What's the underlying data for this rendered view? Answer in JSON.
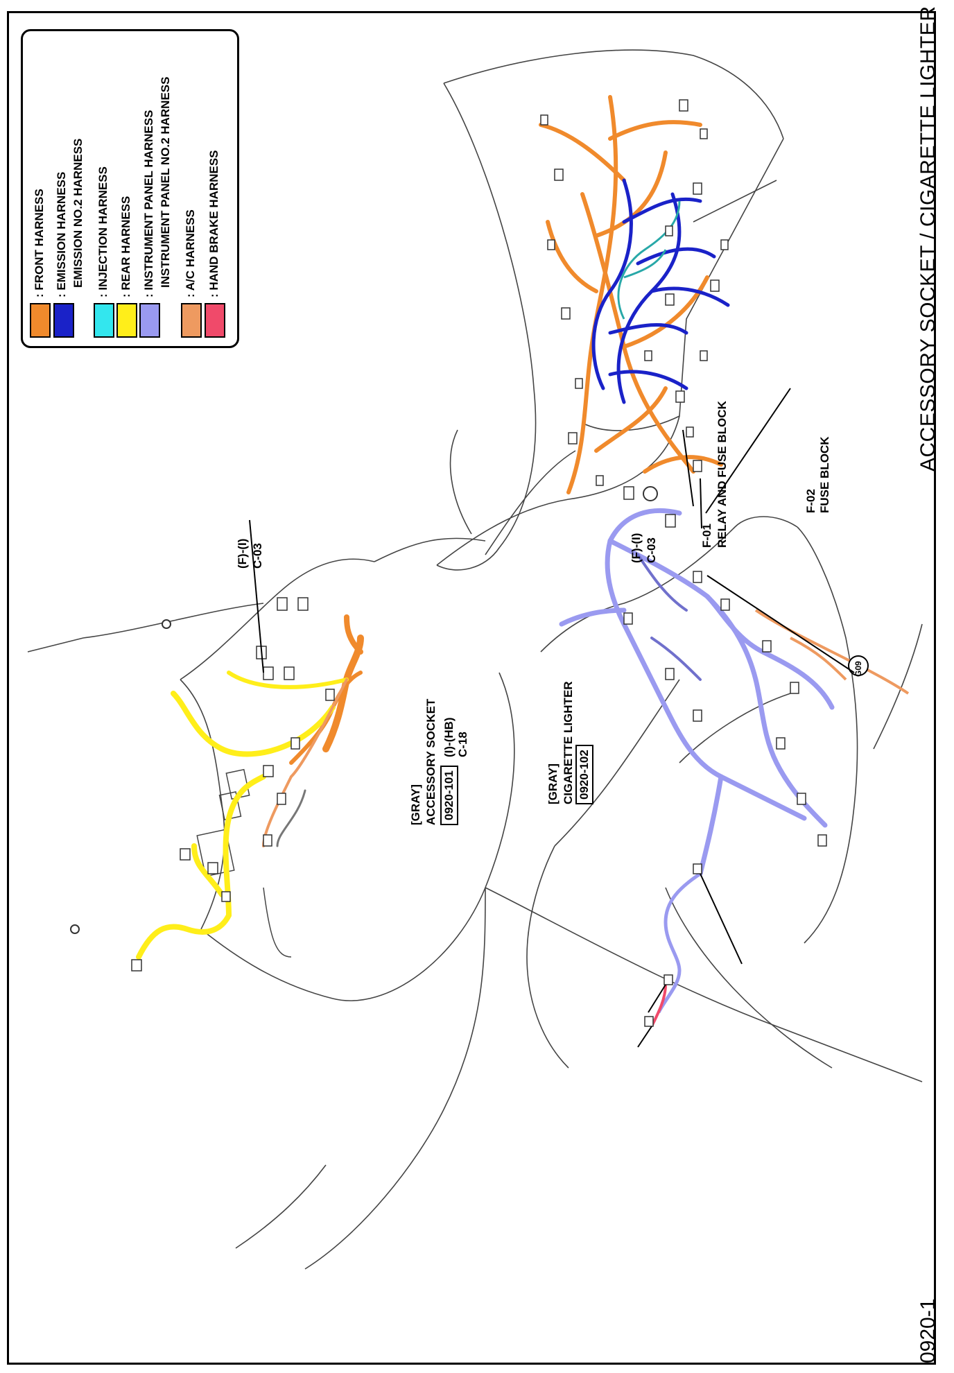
{
  "title": "ACCESSORY SOCKET / CIGARETTE LIGHTER",
  "page_number": "0920-1",
  "legend": [
    {
      "label": ": FRONT HARNESS",
      "color": "#f08a2c"
    },
    {
      "label": ": EMISSION HARNESS",
      "color": "#1a22c8"
    },
    {
      "label": "EMISSION NO.2 HARNESS",
      "color": null
    },
    {
      "label": ": INJECTION HARNESS",
      "color": "#33e6ee"
    },
    {
      "label": ": REAR HARNESS",
      "color": "#ffee1a"
    },
    {
      "label": ": INSTRUMENT PANEL HARNESS",
      "color": "#9a9af0"
    },
    {
      "label": "INSTRUMENT PANEL NO.2 HARNESS",
      "color": null
    },
    {
      "label": ": A/C HARNESS",
      "color": "#ee9a60"
    },
    {
      "label": ": HAND BRAKE HARNESS",
      "color": "#f04a6a"
    }
  ],
  "callouts": {
    "f01_code": "F-01",
    "f01_name": "RELAY AND FUSE BLOCK",
    "f02_code": "F-02",
    "f02_name": "FUSE BLOCK",
    "c03_code": "C-03",
    "c03_conn": "(F)-(I)",
    "c03b_code": "C-03",
    "c03b_conn": "(F)-(I)",
    "c18_code": "C-18",
    "c18_conn": "(I)-(HB)",
    "g09": "G09",
    "cig_code": "0920-102",
    "cig_name": "CIGARETTE LIGHTER",
    "cig_color": "[GRAY]",
    "acc_code": "0920-101",
    "acc_name": "ACCESSORY SOCKET",
    "acc_color": "[GRAY]"
  }
}
